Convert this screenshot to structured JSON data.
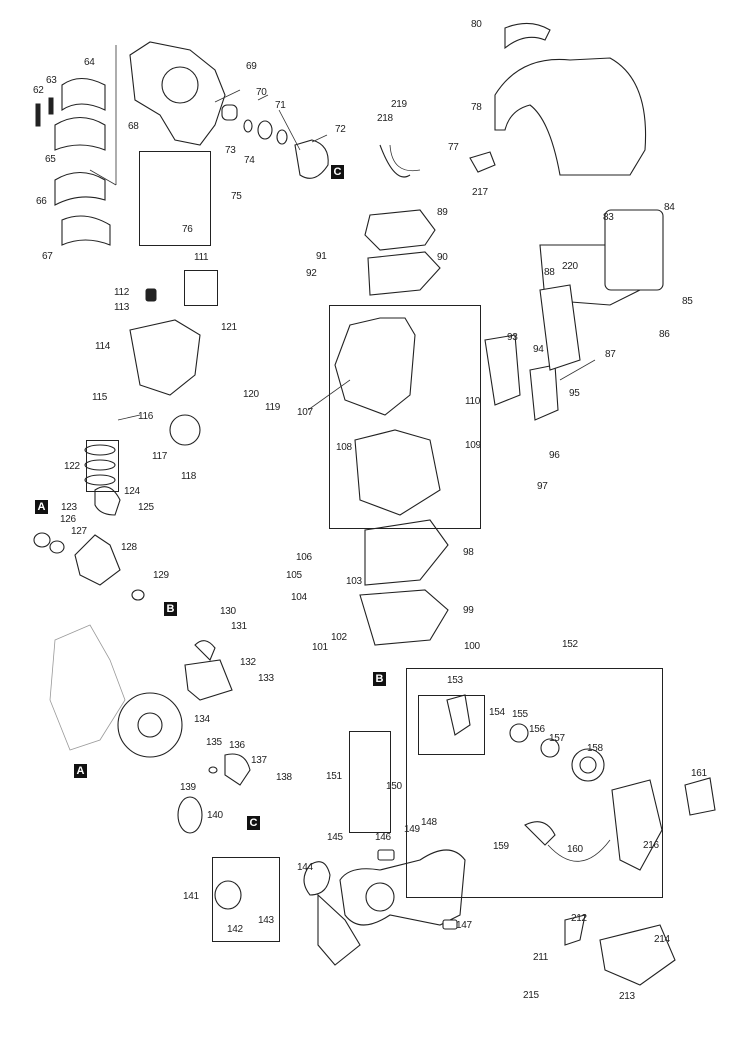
{
  "diagram": {
    "type": "exploded-parts-diagram",
    "part_labels": [
      "62",
      "63",
      "64",
      "65",
      "66",
      "67",
      "68",
      "69",
      "70",
      "71",
      "72",
      "73",
      "74",
      "75",
      "76",
      "77",
      "78",
      "80",
      "83",
      "84",
      "85",
      "86",
      "87",
      "88",
      "89",
      "90",
      "91",
      "92",
      "93",
      "94",
      "95",
      "96",
      "97",
      "98",
      "99",
      "100",
      "101",
      "102",
      "103",
      "104",
      "105",
      "106",
      "107",
      "108",
      "109",
      "110",
      "111",
      "112",
      "113",
      "114",
      "115",
      "116",
      "117",
      "118",
      "119",
      "120",
      "121",
      "122",
      "123",
      "124",
      "125",
      "126",
      "127",
      "128",
      "129",
      "130",
      "131",
      "132",
      "133",
      "134",
      "135",
      "136",
      "137",
      "138",
      "139",
      "140",
      "141",
      "142",
      "143",
      "144",
      "145",
      "146",
      "147",
      "148",
      "149",
      "150",
      "151",
      "152",
      "153",
      "154",
      "155",
      "156",
      "157",
      "158",
      "159",
      "160",
      "161",
      "211",
      "212",
      "213",
      "214",
      "215",
      "216",
      "217",
      "218",
      "219",
      "220"
    ],
    "reference_markers": {
      "a_top": "A",
      "a_bottom": "A",
      "b_crank": "B",
      "b_starter": "B",
      "c_clutch": "C",
      "c_drum": "C"
    }
  }
}
